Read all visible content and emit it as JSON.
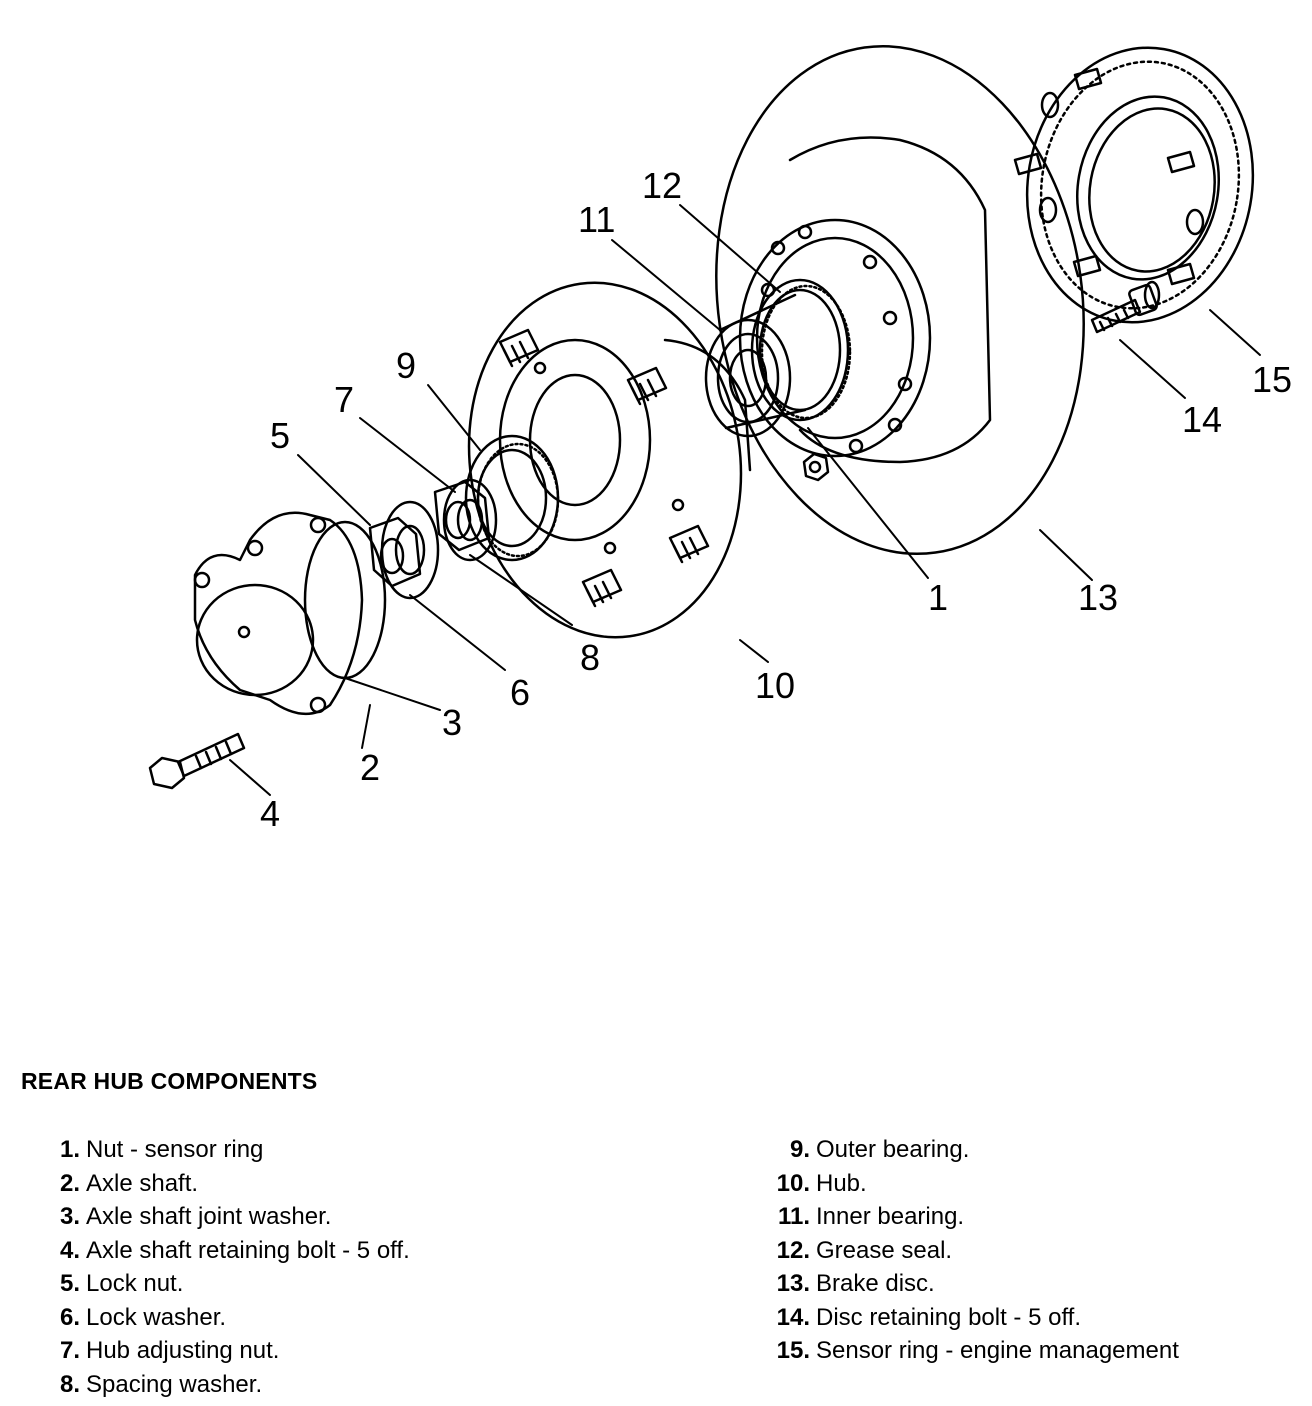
{
  "diagram": {
    "callouts": [
      "1",
      "2",
      "3",
      "4",
      "5",
      "6",
      "7",
      "8",
      "9",
      "10",
      "11",
      "12",
      "13",
      "14",
      "15"
    ]
  },
  "legend": {
    "title": "REAR HUB COMPONENTS",
    "left": [
      {
        "num": "1.",
        "label": "Nut - sensor ring"
      },
      {
        "num": "2.",
        "label": "Axle shaft."
      },
      {
        "num": "3.",
        "label": "Axle shaft joint washer."
      },
      {
        "num": "4.",
        "label": "Axle shaft retaining bolt - 5 off."
      },
      {
        "num": "5.",
        "label": "Lock nut."
      },
      {
        "num": "6.",
        "label": "Lock washer."
      },
      {
        "num": "7.",
        "label": "Hub adjusting nut."
      },
      {
        "num": "8.",
        "label": "Spacing washer."
      }
    ],
    "right": [
      {
        "num": "9.",
        "label": "Outer bearing."
      },
      {
        "num": "10.",
        "label": "Hub."
      },
      {
        "num": "11.",
        "label": "Inner bearing."
      },
      {
        "num": "12.",
        "label": "Grease seal."
      },
      {
        "num": "13.",
        "label": "Brake disc."
      },
      {
        "num": "14.",
        "label": "Disc retaining bolt - 5 off."
      },
      {
        "num": "15.",
        "label": "Sensor ring - engine management"
      }
    ]
  }
}
